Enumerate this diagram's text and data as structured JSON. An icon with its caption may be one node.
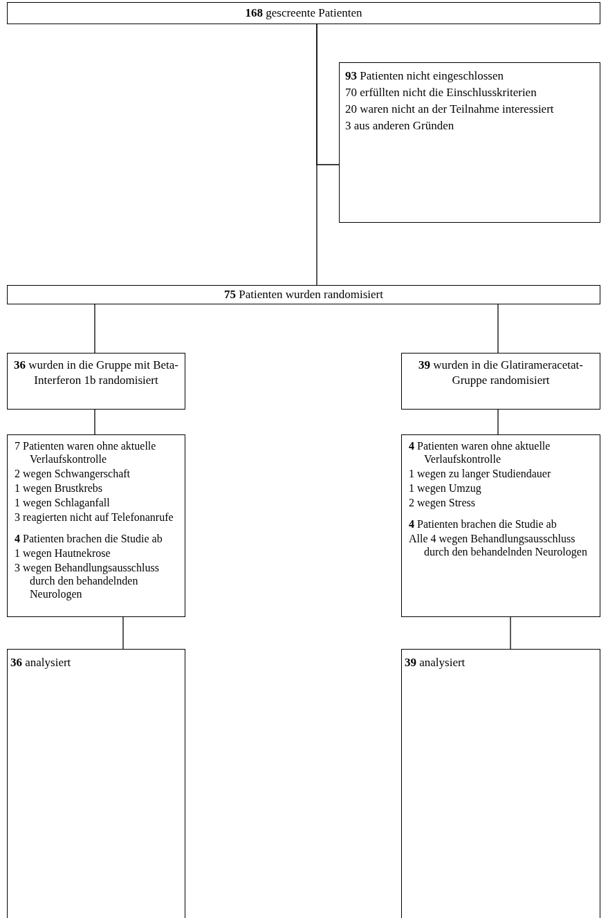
{
  "diagram": {
    "nodes": [
      {
        "text": [
          "**168** gescreente Patienten"
        ]
      },
      {
        "text": [
          "**93** Patienten nicht eingeschlossen",
          "70 erfüllten nicht die Einschlusskriterien",
          "20 waren nicht an der Teilnahme interessiert",
          "3 aus anderen Gründen"
        ]
      },
      {
        "text": [
          "**75** Patienten wurden randomisiert"
        ]
      },
      {
        "text": [
          "**36** wurden in die Gruppe mit Beta-Interferon 1b randomisiert"
        ]
      },
      {
        "text": [
          "**39** wurden in die Glatirameracetat-Gruppe randomisiert"
        ]
      },
      {
        "text": [
          "7 Patienten waren ohne aktuelle Verlaufskontrolle",
          "2 wegen Schwangerschaft",
          "1 wegen Brustkrebs",
          "1 wegen Schlaganfall",
          "3 reagierten nicht auf Telefonanrufe",
          "**4** Patienten brachen die Studie ab",
          "1 wegen Hautnekrose",
          "3 wegen Behandlungsausschluss durch den behandelnden Neurologen"
        ]
      },
      {
        "text": [
          "**4** Patienten waren ohne aktuelle Verlaufskontrolle",
          "1 wegen zu langer Studiendauer",
          "1 wegen Umzug",
          "2 wegen Stress",
          "**4** Patienten brachen die Studie ab",
          "Alle 4 wegen Behandlungsausschluss durch den behandelnden Neurologen"
        ]
      },
      {
        "text": [
          "**36** analysiert"
        ]
      },
      {
        "text": [
          "**39** analysiert"
        ]
      }
    ],
    "edges": [
      {
        "from": 0,
        "to": 1,
        "arrow": "none"
      },
      {
        "from": 0,
        "to": 2,
        "arrow": "none"
      },
      {
        "from": 2,
        "to": 3,
        "arrow": "none"
      },
      {
        "from": 2,
        "to": 4,
        "arrow": "none"
      },
      {
        "from": 3,
        "to": 5,
        "arrow": "none"
      },
      {
        "from": 4,
        "to": 6,
        "arrow": "none"
      },
      {
        "from": 5,
        "to": 7,
        "arrow": "none"
      },
      {
        "from": 6,
        "to": 8,
        "arrow": "none"
      }
    ]
  }
}
